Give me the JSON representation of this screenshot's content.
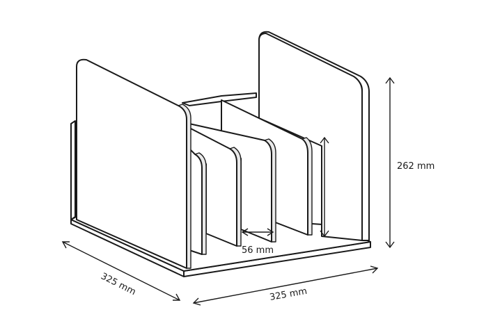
{
  "dimensions": {
    "height": "262 mm",
    "depth": "325 mm",
    "width": "325 mm",
    "slot_gap": "56 mm"
  }
}
